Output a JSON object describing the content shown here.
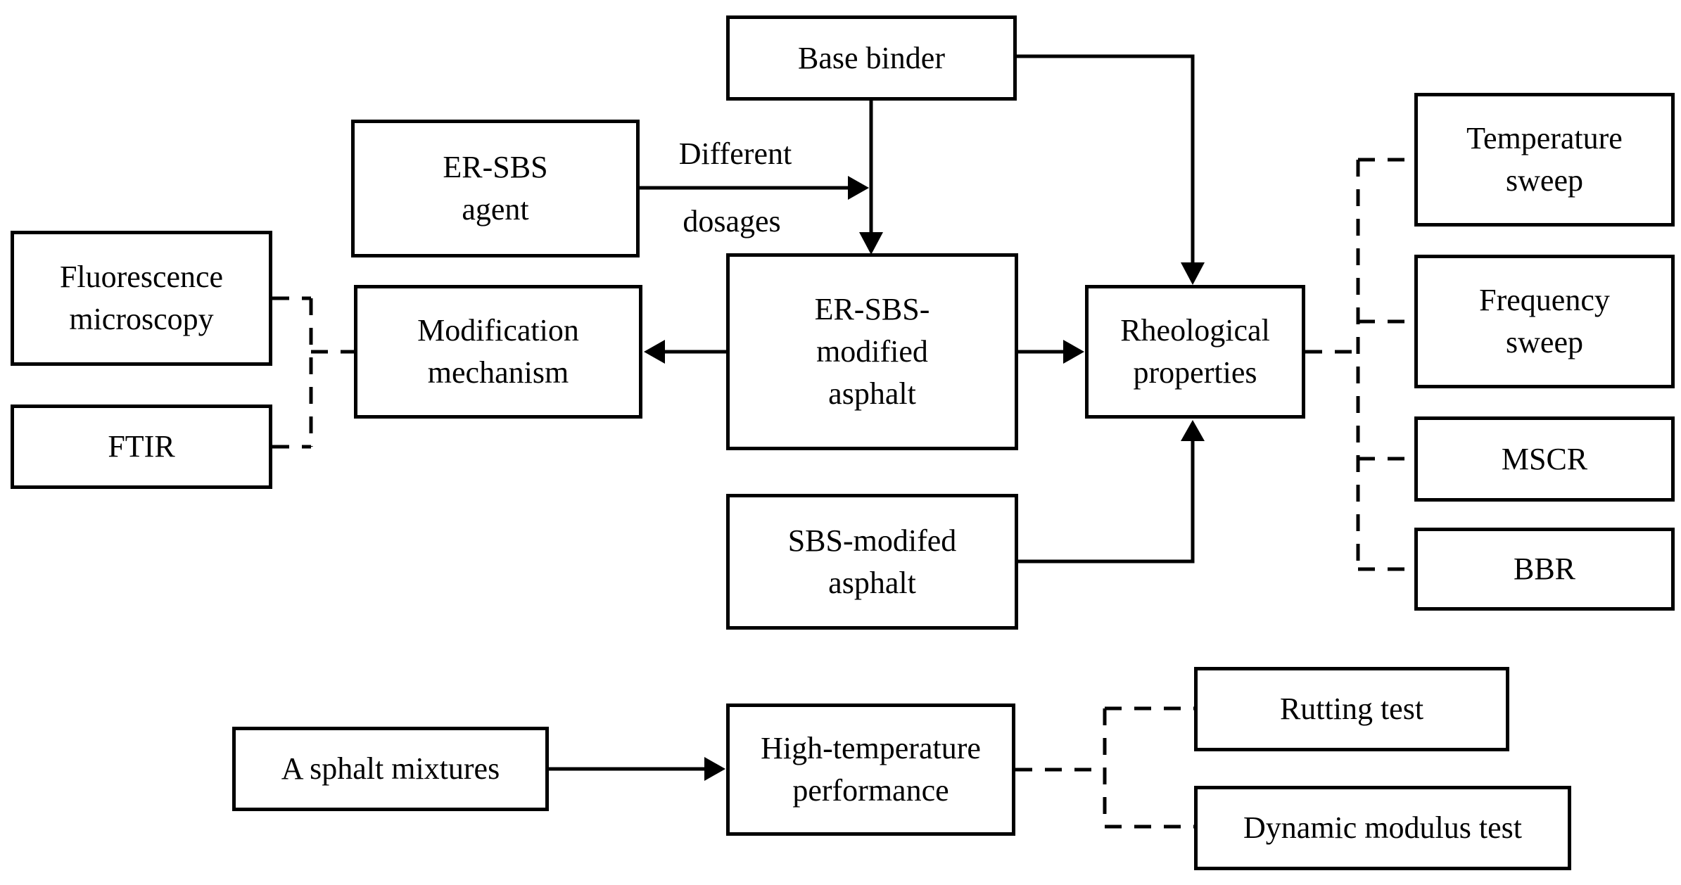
{
  "figure": {
    "description": "Research flowchart for ER-SBS-modified asphalt study",
    "colors": {
      "ink": "#000000",
      "background": "#ffffff",
      "box_fill": "#ffffff"
    }
  },
  "nodes": {
    "base_binder": {
      "lines": [
        "Base binder"
      ]
    },
    "er_sbs_agent": {
      "lines": [
        "ER-SBS",
        "agent"
      ]
    },
    "fluorescence_microscopy": {
      "lines": [
        "Fluorescence",
        "microscopy"
      ]
    },
    "ftir": {
      "lines": [
        "FTIR"
      ]
    },
    "modification_mechanism": {
      "lines": [
        "Modification",
        "mechanism"
      ]
    },
    "er_sbs_modified_asphalt": {
      "lines": [
        "ER-SBS-",
        "modified",
        "asphalt"
      ]
    },
    "rheological_properties": {
      "lines": [
        "Rheological",
        "properties"
      ]
    },
    "temperature_sweep": {
      "lines": [
        "Temperature",
        "sweep"
      ]
    },
    "frequency_sweep": {
      "lines": [
        "Frequency",
        "sweep"
      ]
    },
    "mscr": {
      "lines": [
        "MSCR"
      ]
    },
    "bbr": {
      "lines": [
        "BBR"
      ]
    },
    "sbs_modifed_asphalt": {
      "lines": [
        "SBS-modifed",
        "asphalt"
      ]
    },
    "asphalt_mixtures": {
      "lines": [
        "A sphalt mixtures"
      ]
    },
    "high_temperature_performance": {
      "lines": [
        "High-temperature",
        "performance"
      ]
    },
    "rutting_test": {
      "lines": [
        "Rutting test"
      ]
    },
    "dynamic_modulus_test": {
      "lines": [
        "Dynamic modulus test"
      ]
    }
  },
  "edge_labels": {
    "different": "Different",
    "dosages": "dosages"
  }
}
